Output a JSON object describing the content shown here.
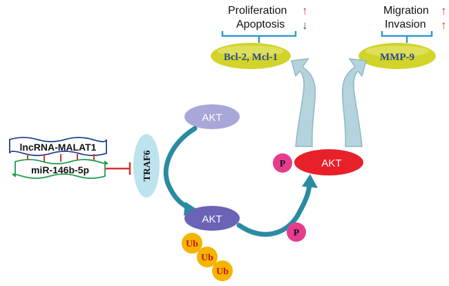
{
  "top_effects": {
    "left": [
      {
        "label": "Proliferation",
        "arrow": "↑",
        "arrow_color": "#e0301e"
      },
      {
        "label": "Apoptosis",
        "arrow": "↓",
        "arrow_color": "#2b4a8a"
      }
    ],
    "right": [
      {
        "label": "Migration",
        "arrow": "↑",
        "arrow_color": "#e0301e"
      },
      {
        "label": "Invasion",
        "arrow": "↑",
        "arrow_color": "#e0301e"
      }
    ]
  },
  "targets": {
    "bcl": "Bcl-2, Mcl-1",
    "mmp": "MMP-9"
  },
  "rna": {
    "lncrna": "lncRNA-MALAT1",
    "mirna": "miR-146b-5p"
  },
  "proteins": {
    "traf6": "TRAF6",
    "akt_top": "AKT",
    "akt_bottom": "AKT",
    "akt_phospho": "AKT"
  },
  "modifications": {
    "phospho": "P",
    "ubiquitin": "Ub"
  },
  "colors": {
    "target_fill": "#d2d42c",
    "target_text": "#2b4a8a",
    "bracket": "#3399cc",
    "akt_top": "#a9a6d8",
    "akt_bottom": "#6b63b5",
    "akt_phospho": "#e8202a",
    "phospho": "#e63c8e",
    "ubiquitin": "#f5b400",
    "ub_text": "#c0141c",
    "traf6": "#bde3ef",
    "lncrna_border": "#1f3f8f",
    "mirna_border": "#1e9a4a",
    "inhibit": "#d6322c",
    "curve_arrow": "#2a8ba3",
    "split_arrow": "#8fb8c4"
  }
}
